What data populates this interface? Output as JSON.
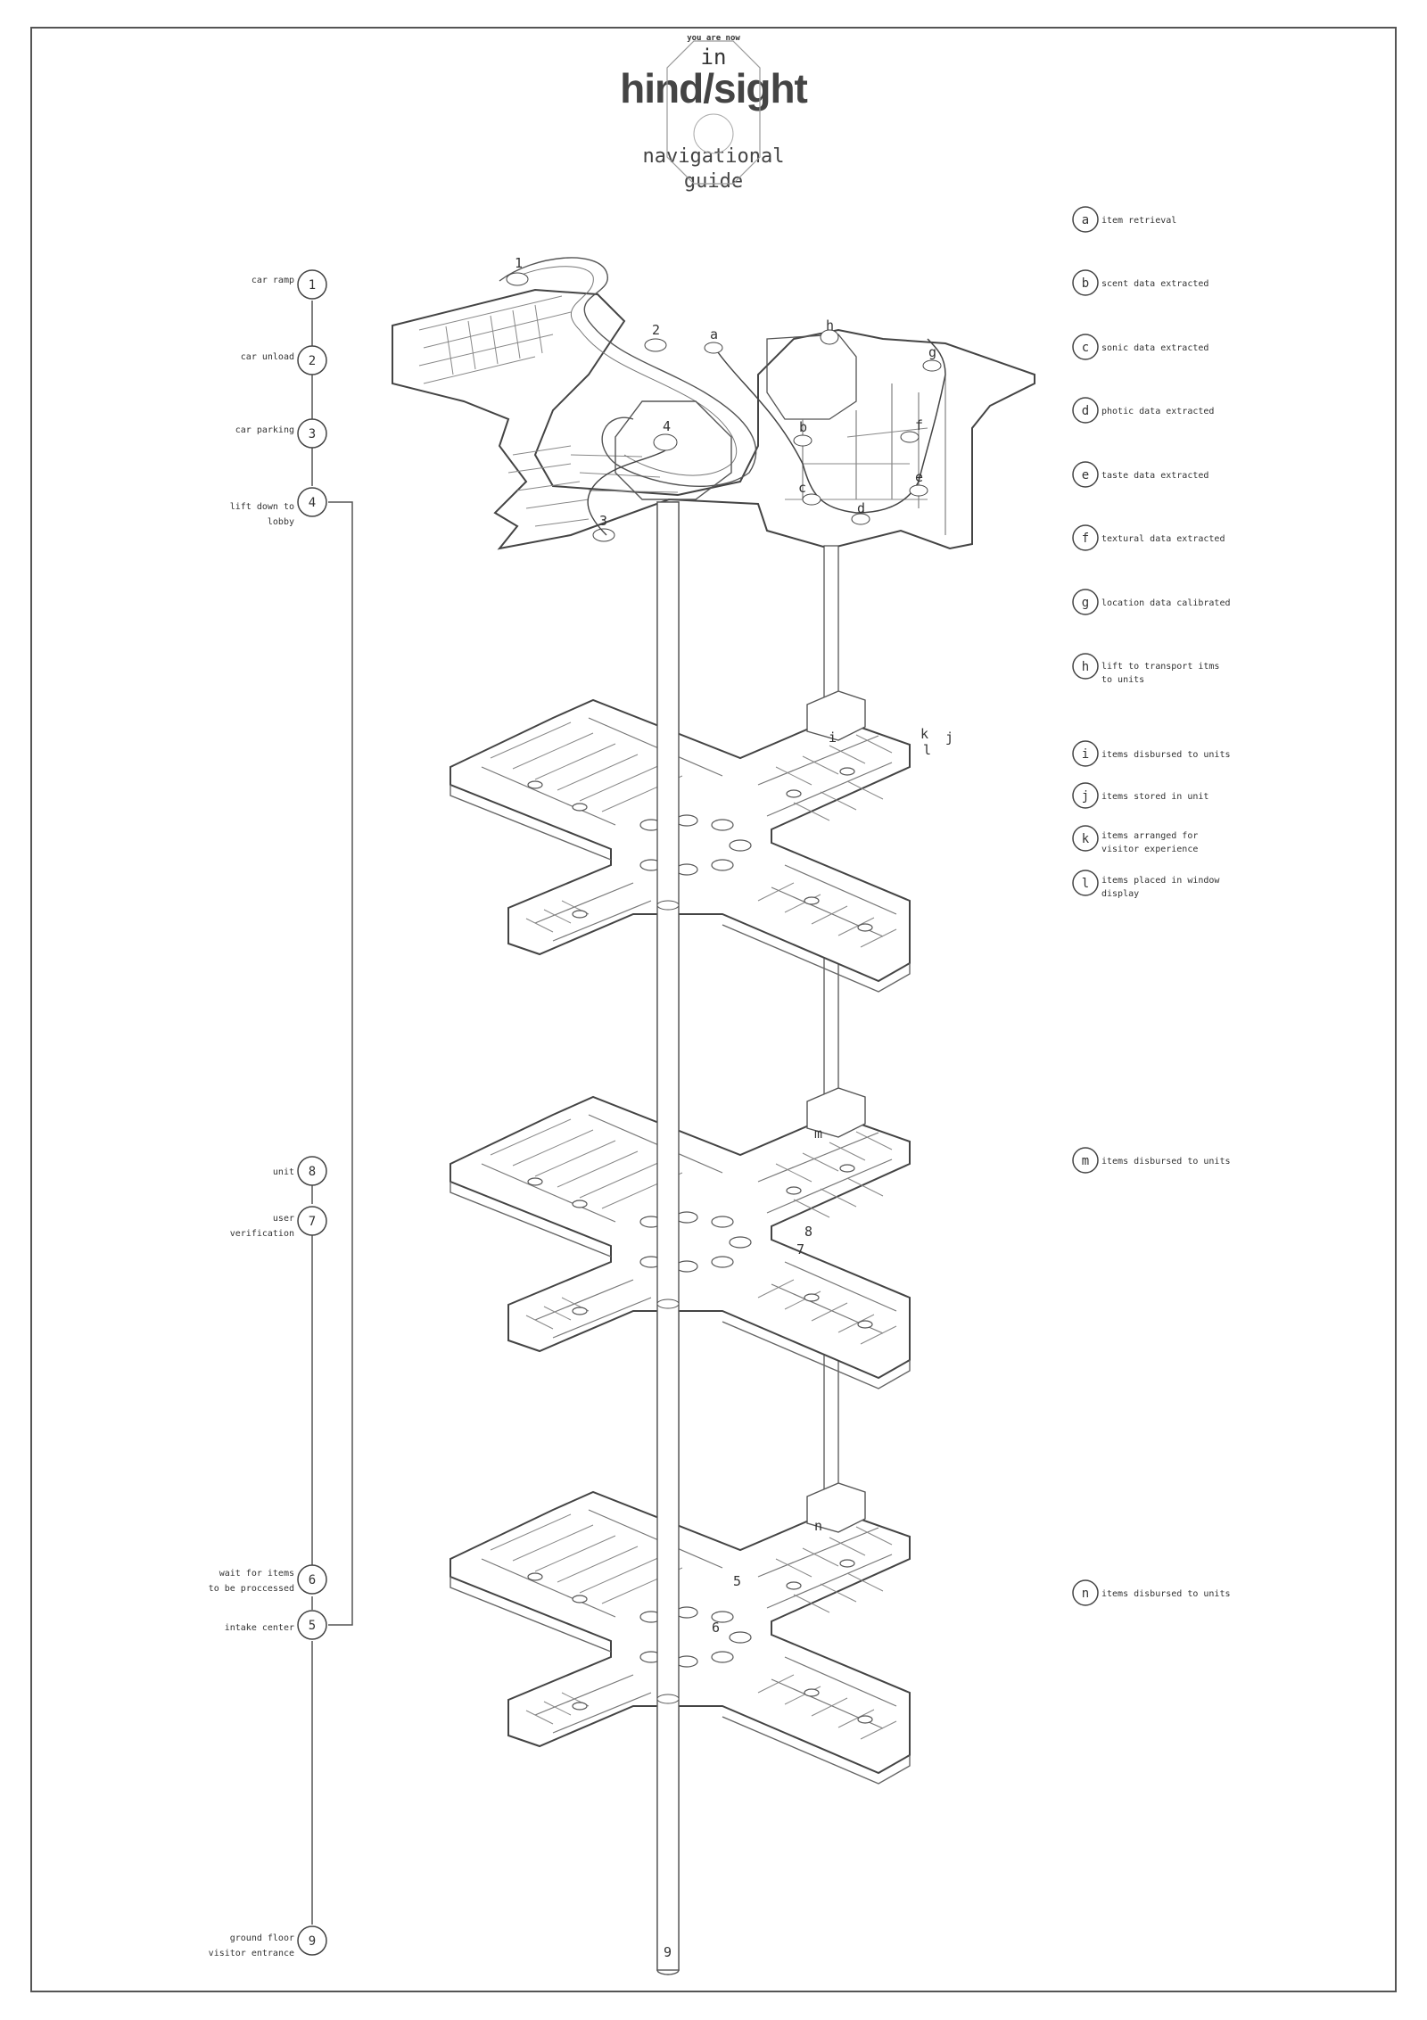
{
  "header": {
    "small_label": "you are now",
    "in_label": "in",
    "title": "hind/sight",
    "subtitle_line1": "navigational",
    "subtitle_line2": "guide"
  },
  "left_steps": [
    {
      "num": "1",
      "line1": "car ramp",
      "line2": ""
    },
    {
      "num": "2",
      "line1": "car unload",
      "line2": ""
    },
    {
      "num": "3",
      "line1": "car parking",
      "line2": ""
    },
    {
      "num": "4",
      "line1": "lift down to",
      "line2": "lobby"
    },
    {
      "num": "8",
      "line1": "unit",
      "line2": ""
    },
    {
      "num": "7",
      "line1": "user",
      "line2": "verification"
    },
    {
      "num": "6",
      "line1": "wait for items",
      "line2": "to be proccessed"
    },
    {
      "num": "5",
      "line1": "intake center",
      "line2": ""
    },
    {
      "num": "9",
      "line1": "ground floor",
      "line2": "visitor entrance"
    }
  ],
  "right_key": [
    {
      "letter": "a",
      "line1": "item retrieval",
      "line2": ""
    },
    {
      "letter": "b",
      "line1": "scent data extracted",
      "line2": ""
    },
    {
      "letter": "c",
      "line1": "sonic data extracted",
      "line2": ""
    },
    {
      "letter": "d",
      "line1": "photic data extracted",
      "line2": ""
    },
    {
      "letter": "e",
      "line1": "taste data extracted",
      "line2": ""
    },
    {
      "letter": "f",
      "line1": "textural data extracted",
      "line2": ""
    },
    {
      "letter": "g",
      "line1": "location data calibrated",
      "line2": ""
    },
    {
      "letter": "h",
      "line1": "lift to transport itms",
      "line2": "to units"
    },
    {
      "letter": "i",
      "line1": "items disbursed to units",
      "line2": ""
    },
    {
      "letter": "j",
      "line1": "items stored in unit",
      "line2": ""
    },
    {
      "letter": "k",
      "line1": "items arranged for",
      "line2": "visitor experience"
    },
    {
      "letter": "l",
      "line1": "items placed in window",
      "line2": "display"
    },
    {
      "letter": "m",
      "line1": "items disbursed to units",
      "line2": ""
    },
    {
      "letter": "n",
      "line1": "items disbursed to units",
      "line2": ""
    }
  ],
  "plan_markers": {
    "p1": "1",
    "p2": "2",
    "p3": "3",
    "p4": "4",
    "a": "a",
    "b": "b",
    "c": "c",
    "d": "d",
    "e": "e",
    "f": "f",
    "g": "g",
    "h": "h",
    "i": "i",
    "j": "j",
    "k": "k",
    "l": "l",
    "m": "m",
    "n": "n",
    "f5": "5",
    "f6": "6",
    "f7": "7",
    "f8": "8",
    "f9": "9"
  }
}
